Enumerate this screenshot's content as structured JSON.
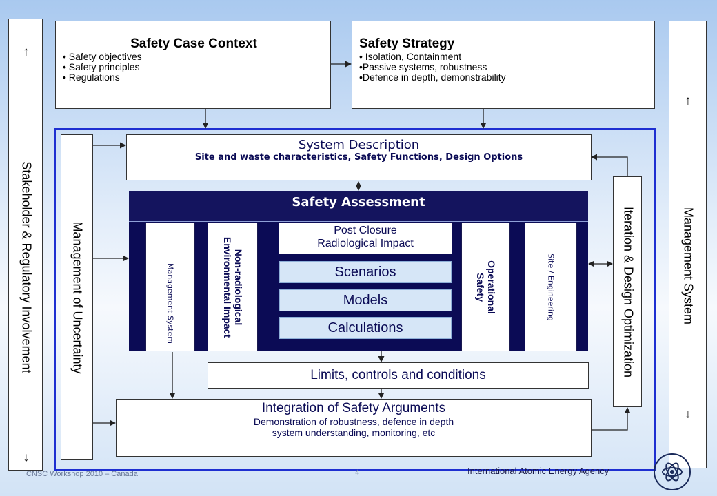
{
  "left_panel": {
    "label": "Stakeholder & Regulatory Involvement",
    "arrow_top": "↑",
    "arrow_bottom": "↓"
  },
  "right_panel": {
    "label": "Management System",
    "arrow_top": "↑",
    "arrow_bottom": "↓"
  },
  "safety_case_context": {
    "title": "Safety Case Context",
    "items": [
      "• Safety objectives",
      "• Safety principles",
      "• Regulations"
    ]
  },
  "safety_strategy": {
    "title": "Safety Strategy",
    "items": [
      "• Isolation, Containment",
      "•Passive systems, robustness",
      "•Defence in depth, demonstrability"
    ]
  },
  "management_of_uncertainty": {
    "label": "Management of Uncertainty"
  },
  "system_description": {
    "title": "System Description",
    "subtitle": "Site and waste characteristics, Safety Functions, Design Options"
  },
  "iteration": {
    "label": "Iteration & Design Optimization"
  },
  "safety_assessment": {
    "title": "Safety Assessment",
    "col_management_system": "Management System",
    "col_non_radiological_1": "Non-radiological",
    "col_non_radiological_2": "Environmental Impact",
    "post_closure_1": "Post Closure",
    "post_closure_2": "Radiological Impact",
    "scenarios": "Scenarios",
    "models": "Models",
    "calculations": "Calculations",
    "col_operational_1": "Operational",
    "col_operational_2": "Safety",
    "col_site": "Site / Engineering"
  },
  "limits": {
    "label": "Limits, controls and conditions"
  },
  "integration": {
    "title": "Integration of Safety Arguments",
    "line1": "Demonstration of robustness, defence in depth",
    "line2": "system understanding, monitoring, etc"
  },
  "footer": {
    "left": "CNSC Workshop 2010 – Canada",
    "page": "4",
    "agency": "International Atomic Energy Agency"
  },
  "colors": {
    "navy": "#0b0b55",
    "frame_blue": "#1e2fd1",
    "inner_light": "#d6e6f7"
  },
  "icons": [
    "iaea-logo-icon"
  ]
}
